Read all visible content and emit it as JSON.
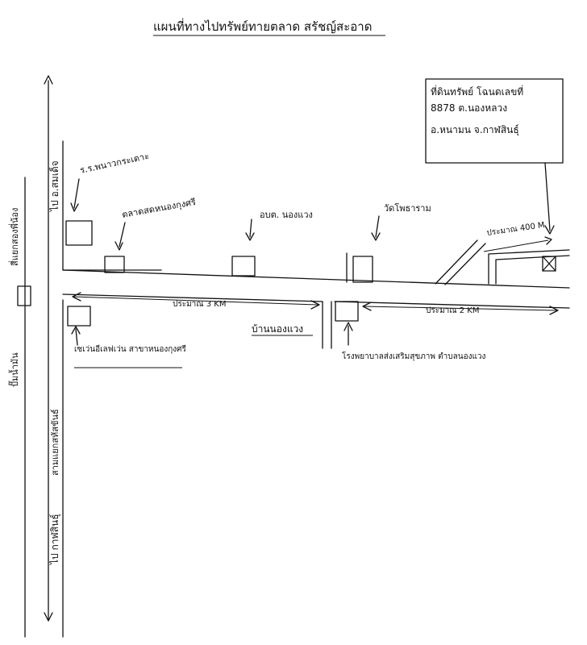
{
  "title": "แผนที่ทางไปทรัพย์ทายตลาด สรัชญ์สะอาด",
  "property_box": {
    "line1": "ที่ดินทรัพย์ โฉนดเลขที่",
    "line2": "8878 ต.นองหลวง",
    "line3": "อ.หนามน จ.กาฬสินธุ์"
  },
  "labels": {
    "vertical_top": "ไป อ.สมเด็จ",
    "vertical_left_top": "สี่แยกสองพี่น้อง",
    "vertical_left_mid": "ปั๊มน้ำมัน",
    "vertical_mid": "สามแยกสหัสขันธ์",
    "vertical_bottom": "ไป กาฬสินธุ์",
    "school": "ร.ร.พนาวกระเดาะ",
    "market": "ตลาดสดหนองกุงศรี",
    "subdistrict": "อบต. นองแวง",
    "temple": "วัดโพธาราม",
    "distance_400": "ประมาณ 400 M",
    "distance_3km": "ประมาณ 3 KM",
    "distance_2km": "ประมาณ 2 KM",
    "village": "บ้านนองแวง",
    "shop": "เซเว่นอีเลฟเว่น สาขาหนองกุงศรี",
    "hospital": "โรงพยาบาลส่งเสริมสุขภาพ ตำบลนองแวง"
  }
}
